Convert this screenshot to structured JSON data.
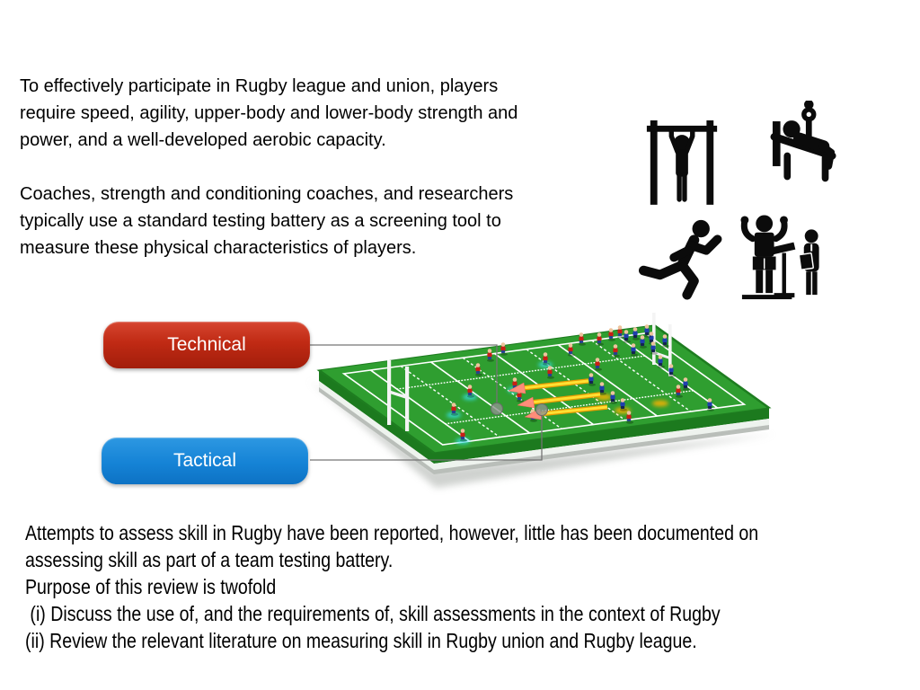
{
  "intro": {
    "p1": [
      "To effectively participate in Rugby league and union, players",
      "require speed, agility, upper-body and lower-body strength and",
      "power, and a well-developed aerobic capacity."
    ],
    "p2": [
      "Coaches, strength and conditioning coaches, and researchers",
      "typically use a standard testing battery as a screening tool to",
      "measure these physical characteristics of players."
    ]
  },
  "icons": [
    {
      "name": "pullup-exercise-icon"
    },
    {
      "name": "bench-press-icon"
    },
    {
      "name": "sprinting-icon"
    },
    {
      "name": "fitness-assessment-icon"
    }
  ],
  "callouts": {
    "technical": {
      "label": "Technical",
      "color": "#bf2a12"
    },
    "tactical": {
      "label": "Tactical",
      "color": "#1583d6"
    }
  },
  "field": {
    "name": "rugby-field-illustration",
    "green": "#2f9e30",
    "connector_grey": "#737373",
    "arrow_yellow": "#ffe033",
    "arrow_head": "#ff8d7a"
  },
  "outcome": {
    "lines": [
      "Attempts to assess skill in Rugby have been reported, however, little has been documented on",
      "assessing skill as part of a team testing battery.",
      "Purpose of this review is twofold",
      " (i) Discuss the use of, and the requirements of, skill assessments in the context of Rugby",
      "(ii) Review the relevant literature on measuring skill in Rugby union and Rugby league."
    ]
  }
}
